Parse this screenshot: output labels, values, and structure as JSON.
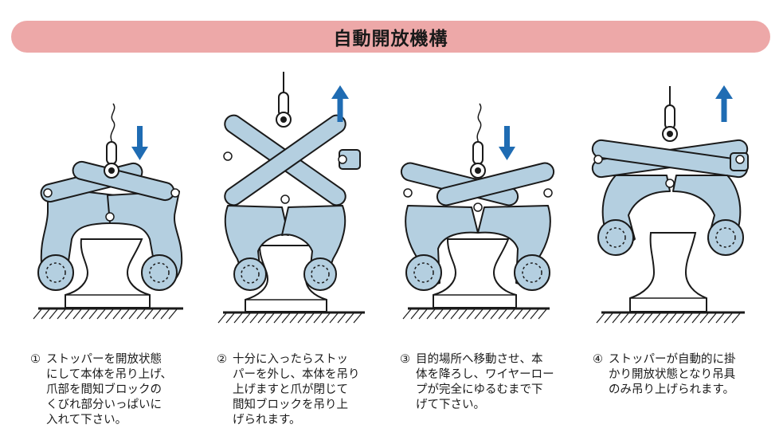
{
  "title": "自動開放機構",
  "colors": {
    "title_bg": "#eda8a8",
    "clamp_fill": "#b4cfe0",
    "outline": "#1a1a1a",
    "arrow": "#1f6cb3",
    "block_fill": "#ffffff"
  },
  "steps": [
    {
      "number": "①",
      "lines": [
        "ストッパーを開放状態",
        "にして本体を吊り上げ、",
        "爪部を間知ブロックの",
        "くびれ部分いっぱいに",
        "入れて下さい。"
      ],
      "arrow": "down-arrow-icon"
    },
    {
      "number": "②",
      "lines": [
        "十分に入ったらストッ",
        "パーを外し、本体を吊り",
        "上げますと爪が閉じて",
        "間知ブロックを吊り上",
        "げられます。"
      ],
      "arrow": "up-arrow-icon"
    },
    {
      "number": "③",
      "lines": [
        "目的場所へ移動させ、本",
        "体を降ろし、ワイヤーロー",
        "プが完全にゆるむまで下",
        "げて下さい。"
      ],
      "arrow": "down-arrow-icon"
    },
    {
      "number": "④",
      "lines": [
        "ストッパーが自動的に掛",
        "かり開放状態となり吊具",
        "のみ吊り上げられます。"
      ],
      "arrow": "up-arrow-icon"
    }
  ]
}
